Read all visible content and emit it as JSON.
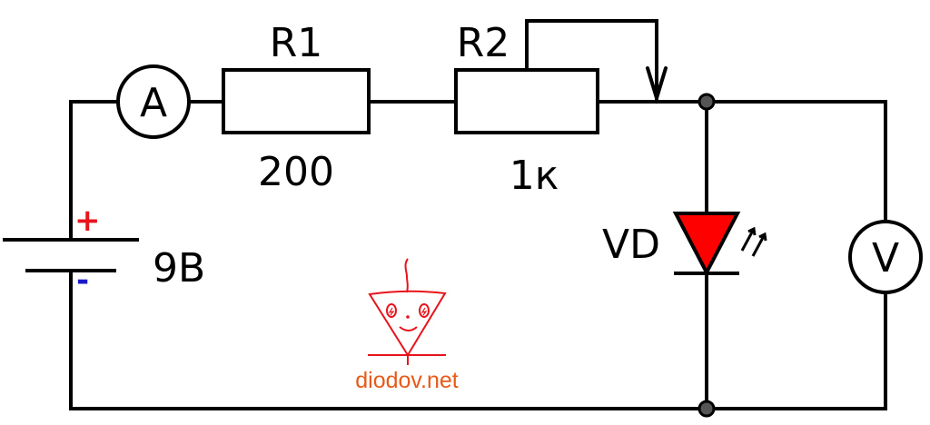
{
  "diagram": {
    "title": "",
    "colors": {
      "wire": "#000000",
      "led_fill": "#ff0000",
      "plus_sign": "#e8141c",
      "minus_sign": "#1a1acc",
      "node": "#555555",
      "logo": "#e8141c",
      "logo_text": "#e85a1a"
    },
    "components": {
      "battery": {
        "label": "9B",
        "plus": "+",
        "minus": "-"
      },
      "ammeter": {
        "symbol": "A"
      },
      "resistor_r1": {
        "name": "R1",
        "value": "200"
      },
      "resistor_r2": {
        "name": "R2",
        "value": "1к",
        "type": "potentiometer"
      },
      "led": {
        "name": "VD",
        "icon": "led-arrows-icon"
      },
      "voltmeter": {
        "symbol": "V"
      }
    },
    "logo": {
      "text": "diodov.net",
      "icon": "diode-face-logo-icon"
    }
  }
}
